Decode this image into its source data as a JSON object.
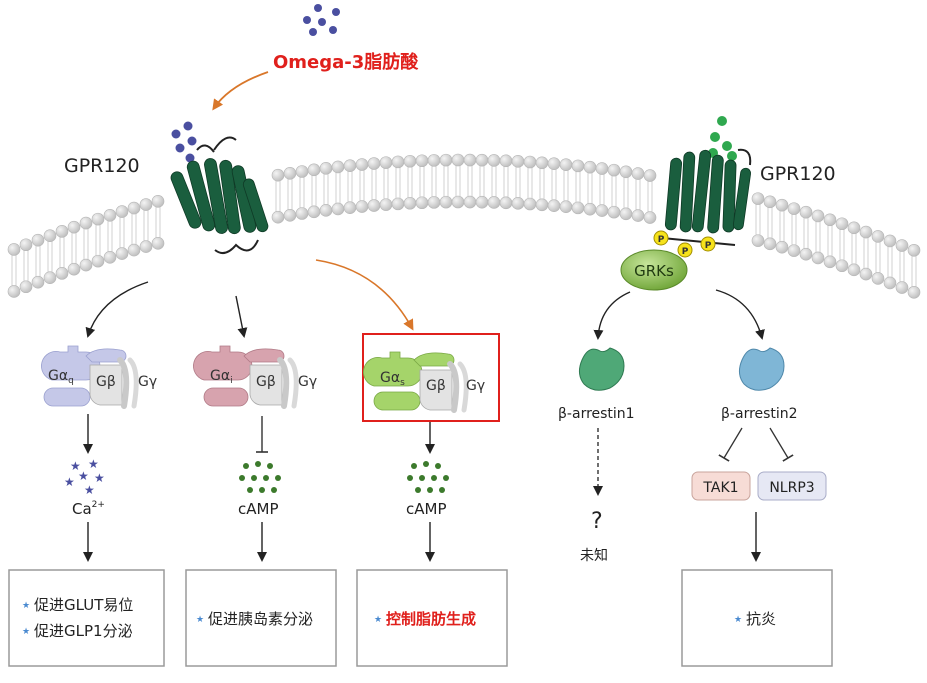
{
  "ligand_label": "Omega-3脂肪酸",
  "receptor_left_label": "GPR120",
  "receptor_right_label": "GPR120",
  "grks_label": "GRKs",
  "phospho_label": "P",
  "g_proteins": [
    {
      "alpha": "Gα",
      "sub": "q",
      "beta": "Gβ",
      "gamma": "Gγ"
    },
    {
      "alpha": "Gα",
      "sub": "i",
      "beta": "Gβ",
      "gamma": "Gγ"
    },
    {
      "alpha": "Gα",
      "sub": "s",
      "beta": "Gβ",
      "gamma": "Gγ"
    }
  ],
  "second_messengers": {
    "ca_label": "Ca",
    "ca_sup": "2+",
    "camp_1": "cAMP",
    "camp_2": "cAMP"
  },
  "arrestins": {
    "arrestin1_label": "β-arrestin1",
    "arrestin2_label": "β-arrestin2",
    "unknown_mark": "?",
    "unknown_label": "未知",
    "tak1": "TAK1",
    "nlrp3": "NLRP3"
  },
  "outcomes": {
    "box1_line1": "促进GLUT易位",
    "box1_line2": "促进GLP1分泌",
    "box2_line1": "促进胰岛素分泌",
    "box3_line1": "控制脂肪生成",
    "box4_line1": "抗炎"
  },
  "colors": {
    "ligand_blue": "#4a4fa0",
    "ligand_green": "#2fa84f",
    "receptor_green": "#1a5e3e",
    "highlight_red": "#e0201c",
    "orange_arrow": "#d9772a",
    "gq_blue": "#c5c8e8",
    "gi_pink": "#d7a3ae",
    "gs_green": "#a5d46a",
    "camp_green": "#3c7a2c",
    "grks_green": "#8cc152",
    "arrestin1_green": "#4fa877",
    "arrestin2_blue": "#7fb6d6"
  }
}
